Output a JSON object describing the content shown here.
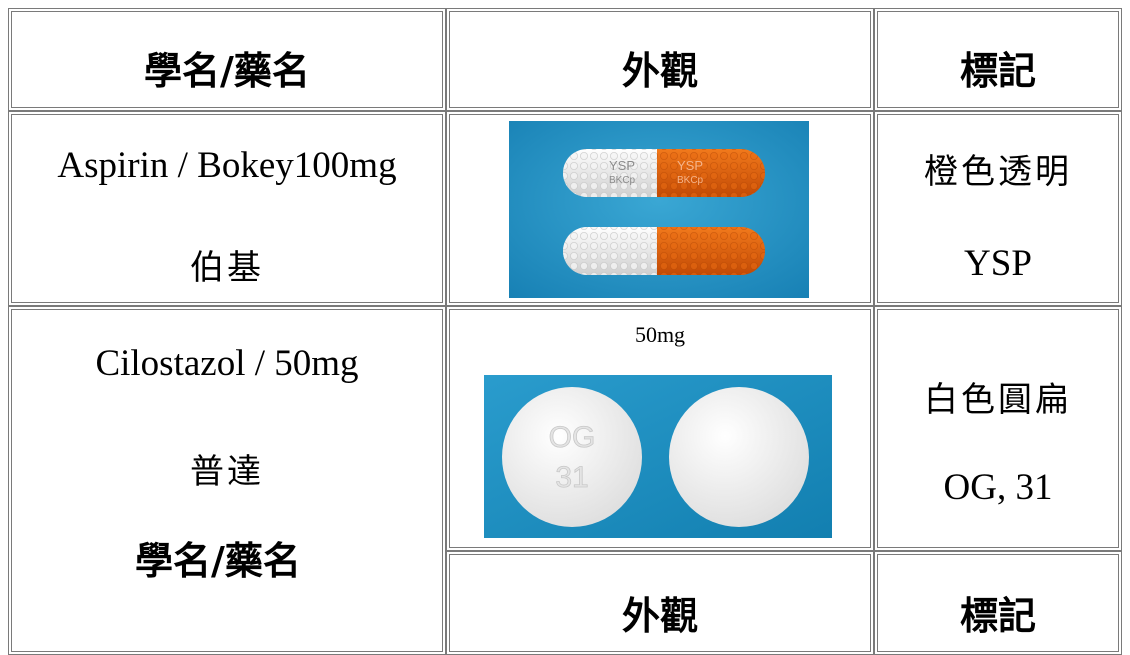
{
  "headers": {
    "name": "學名/藥名",
    "appearance": "外觀",
    "marking": "標記"
  },
  "rows": [
    {
      "generic": "Aspirin / Bokey100mg",
      "brand": "伯基",
      "photo_label": "",
      "capsule_imprint_1": "YSP",
      "capsule_imprint_2": "BKCp",
      "color_shape": "橙色透明",
      "marking": "YSP"
    },
    {
      "generic": "Cilostazol / 50mg",
      "brand": "普達",
      "photo_label": "50mg",
      "tablet_imprint_1": "OG",
      "tablet_imprint_2": "31",
      "color_shape": "白色圓扁",
      "marking": "OG, 31"
    }
  ],
  "repeat_headers": {
    "name": "學名/藥名",
    "appearance": "外觀",
    "marking": "標記"
  },
  "colors": {
    "photo_bg": "#1f8fc2",
    "capsule_orange": "#e2620a",
    "border": "#7a7a7a"
  }
}
